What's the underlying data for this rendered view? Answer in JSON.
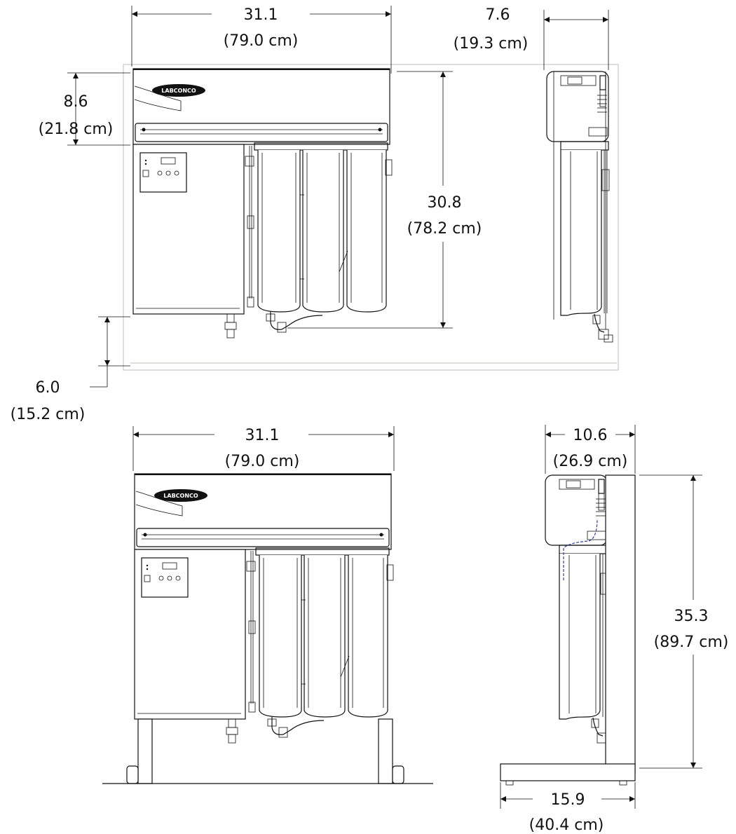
{
  "brand": {
    "logo_text": "LABCONCO"
  },
  "top_view": {
    "width": {
      "in": "31.1",
      "cm": "(79.0 cm)"
    },
    "hood_height": {
      "in": "8.6",
      "cm": "(21.8 cm)"
    },
    "height": {
      "in": "30.8",
      "cm": "(78.2 cm)"
    },
    "floor_clearance": {
      "in": "6.0",
      "cm": "(15.2 cm)"
    },
    "side_depth": {
      "in": "7.6",
      "cm": "(19.3 cm)"
    }
  },
  "bottom_view": {
    "width": {
      "in": "31.1",
      "cm": "(79.0 cm)"
    },
    "side_depth": {
      "in": "10.6",
      "cm": "(26.9 cm)"
    },
    "height": {
      "in": "35.3",
      "cm": "(89.7 cm)"
    },
    "base_depth": {
      "in": "15.9",
      "cm": "(40.4 cm)"
    }
  }
}
